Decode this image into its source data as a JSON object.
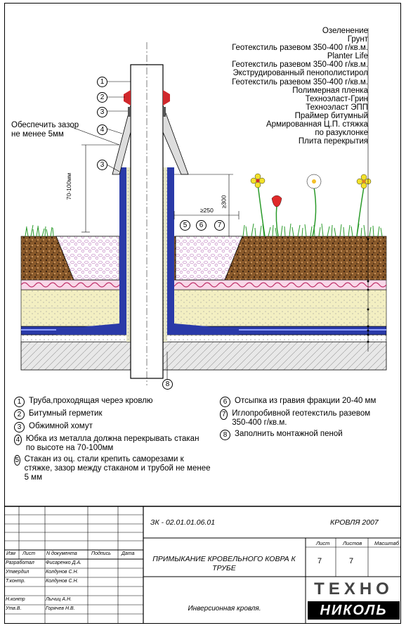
{
  "layers": [
    "Озеленение",
    "Грунт",
    "Геотекстиль разевом 350-400 г/кв.м.",
    "Planter Life",
    "Геотекстиль разевом 350-400 г/кв.м.",
    "Экструдированный пенополистирол",
    "Геотекстиль разевом 350-400 г/кв.м.",
    "Полимерная пленка",
    "Техноэласт-Грин",
    "Техноэласт ЭПП",
    "Праймер битумный",
    "Армированная Ц.П. стяжка",
    "по разуклонке",
    "Плита перекрытия"
  ],
  "callouts": {
    "gap_note_line1": "Обеспечить зазор",
    "gap_note_line2": "не менее 5мм",
    "dim_70_100": "70-100мм",
    "dim_250": "≥250",
    "dim_300": "≥300"
  },
  "markers": [
    "1",
    "2",
    "3",
    "4",
    "3",
    "5",
    "6",
    "7",
    "8"
  ],
  "legend_left": [
    {
      "num": "1",
      "text": "Труба,проходящая череэ кровлю"
    },
    {
      "num": "2",
      "text": "Битумный герметик"
    },
    {
      "num": "3",
      "text": "Обжимной хомут"
    },
    {
      "num": "4",
      "text": "Юбка из металла должна перекрывать стакан по высоте на 70-100мм"
    },
    {
      "num": "5",
      "text": "Стакан из оц. стали крепить саморезами к стяжке, зазор  между стаканом и трубой не менее 5 мм"
    }
  ],
  "legend_right": [
    {
      "num": "6",
      "text": "Отсыпка из гравия фракции 20-40 мм"
    },
    {
      "num": "7",
      "text": "Иглопробивной геотекстиль разевом 350-400 г/кв.м."
    },
    {
      "num": "8",
      "text": "Заполнить монтажной пеной"
    }
  ],
  "title_block": {
    "code": "ЗК - 02.01.01.06.01",
    "project": "КРОВЛЯ 2007",
    "title": "ПРИМЫКАНИЕ КРОВЕЛЬНОГО КОВРА К ТРУБЕ",
    "subtitle": "Инверсионная кровля.",
    "col_izm": "Изм",
    "col_list": "Лист",
    "col_doc": "N документа",
    "col_sign": "Подпись",
    "col_date": "Дата",
    "hdr_sheet": "Лист",
    "hdr_sheets": "Листов",
    "hdr_scale": "Масштаб",
    "sheet": "7",
    "sheets": "7",
    "roles": [
      {
        "role": "Разработал",
        "name": "Фисаренко Д.А."
      },
      {
        "role": "Утвердил",
        "name": "Колдунов С.Н."
      },
      {
        "role": "Т.контр.",
        "name": "Колдунов С.Н."
      },
      {
        "role": "",
        "name": ""
      },
      {
        "role": "Н.контр",
        "name": "Лычиц А.Н."
      },
      {
        "role": "Утв.В.",
        "name": "Горячев Н.В."
      }
    ],
    "logo_top": "ТЕХНО",
    "logo_bottom": "НИКОЛЬ"
  }
}
